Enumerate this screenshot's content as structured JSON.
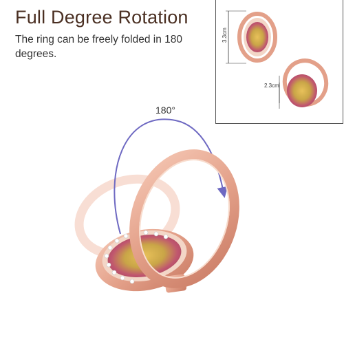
{
  "heading": "Full Degree Rotation",
  "description": "The ring can be freely folded in 180 degrees.",
  "rotation_label": "180°",
  "inset": {
    "height_label": "3.3cm",
    "width_label": "2.3cm"
  },
  "colors": {
    "heading": "#4a2f22",
    "rose_gold": "#e8a58c",
    "rose_gold_dark": "#c97a63",
    "arrow": "#6e69c2"
  }
}
